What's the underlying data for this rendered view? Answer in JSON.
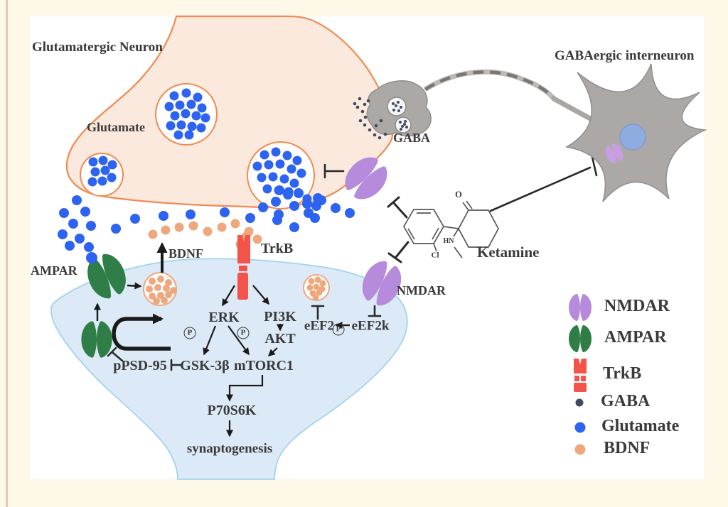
{
  "labels": {
    "glutamatergic_neuron": "Glutamatergic Neuron",
    "glutamate": "Glutamate",
    "gabaergic_interneuron": "GABAergic interneuron",
    "gaba": "GABA",
    "ketamine": "Ketamine",
    "nmdar": "NMDAR",
    "ampar": "AMPAR",
    "bdnf": "BDNF",
    "trkb": "TrkB",
    "erk": "ERK",
    "pi3k": "PI3K",
    "akt": "AKT",
    "ppsd95": "pPSD-95",
    "gsk3b": "GSK-3β",
    "mtorc1": "mTORC1",
    "p70s6k": "P70S6K",
    "synaptogenesis": "synaptogenesis",
    "eef2": "eEF2",
    "eef2k": "eEF2k",
    "phospho": "P"
  },
  "chem": {
    "oxygen": "O",
    "amine": "HN",
    "chlorine": "Cl"
  },
  "legend": {
    "items": [
      {
        "icon": "nmdar-receptor-icon",
        "label": "NMDAR",
        "color": "#b78bdb"
      },
      {
        "icon": "ampar-receptor-icon",
        "label": "AMPAR",
        "color": "#2f7d47"
      },
      {
        "icon": "trkb-receptor-icon",
        "label": "TrkB",
        "color": "#f4534a"
      },
      {
        "icon": "gaba-dot-icon",
        "label": "GABA",
        "color": "#3f4b63"
      },
      {
        "icon": "glutamate-dot-icon",
        "label": "Glutamate",
        "color": "#2d63f1"
      },
      {
        "icon": "bdnf-dot-icon",
        "label": "BDNF",
        "color": "#efa87e"
      }
    ]
  },
  "colors": {
    "background": "#fdf8e8",
    "panel": "#ffffff",
    "frame_edge": "#e9c6b6",
    "presynaptic_fill": "#fbe9de",
    "presynaptic_border": "#f08a50",
    "postsynaptic_fill": "#dce9f6",
    "postsynaptic_border": "#a2d4ec",
    "nmdar_purple": "#b78bdb",
    "ampar_green": "#2f7d47",
    "trkb_red": "#f4534a",
    "glutamate_blue": "#2d63f1",
    "bdnf_orange": "#efa87e",
    "gaba_dark": "#3f4b63",
    "interneuron_gray": "#aca8a5",
    "nucleus_blue": "#8face1",
    "text": "#3a3a3a"
  }
}
